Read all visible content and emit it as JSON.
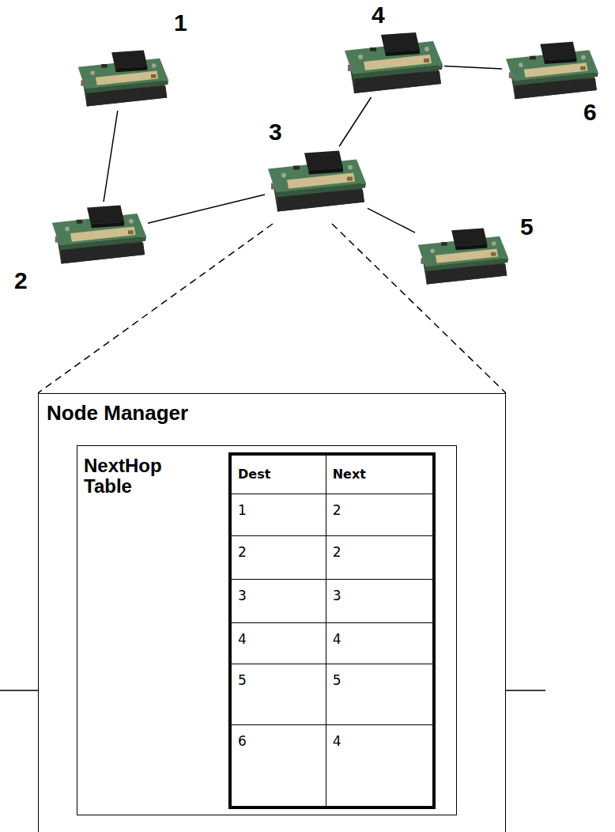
{
  "diagram": {
    "nodes": [
      {
        "text": [
          "1"
        ]
      },
      {
        "text": [
          "2"
        ]
      },
      {
        "text": [
          "3"
        ]
      },
      {
        "text": [
          "4"
        ]
      },
      {
        "text": [
          "5"
        ]
      },
      {
        "text": [
          "6"
        ]
      },
      {
        "text": [
          "Node Manager"
        ]
      },
      {
        "text": [
          "NextHop Table"
        ],
        "in": 6
      }
    ],
    "edges": [
      {
        "from": 0,
        "to": 1,
        "arrow": "none"
      },
      {
        "from": 1,
        "to": 2,
        "arrow": "none"
      },
      {
        "from": 2,
        "to": 3,
        "arrow": "none"
      },
      {
        "from": 3,
        "to": 5,
        "arrow": "none"
      },
      {
        "from": 2,
        "to": 4,
        "arrow": "none"
      }
    ],
    "labels": [
      "Dest",
      "Next",
      "1",
      "2",
      "2",
      "2",
      "3",
      "3",
      "4",
      "4",
      "5",
      "5",
      "6",
      "4"
    ]
  }
}
